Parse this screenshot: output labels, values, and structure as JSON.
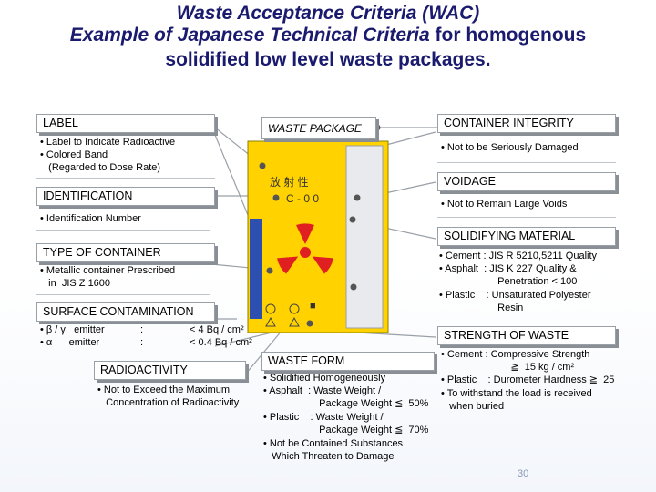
{
  "title": {
    "line1": "Waste Acceptance Criteria (WAC)",
    "line2a": "Example of Japanese Technical Criteria",
    "line2b": " for homogenous",
    "line3": "solidified low level waste packages."
  },
  "package_label": "WASTE PACKAGE",
  "drum_text": {
    "kanji": "放 射 性",
    "code": "C - 0 0"
  },
  "label": {
    "title": "LABEL",
    "items": [
      "• Label to Indicate Radioactive",
      "• Colored Band",
      "   (Regarded to Dose Rate)"
    ]
  },
  "identification": {
    "title": "IDENTIFICATION",
    "items": [
      "• Identification Number"
    ]
  },
  "container_type": {
    "title": "TYPE OF CONTAINER",
    "items": [
      "• Metallic container Prescribed",
      "   in  JIS Z 1600"
    ]
  },
  "contamination": {
    "title": "SURFACE CONTAMINATION",
    "rows": [
      {
        "a": "• β / γ   emitter",
        "b": ":",
        "c": "< 4 Bq / cm²"
      },
      {
        "a": "• α      emitter",
        "b": ":",
        "c": "< 0.4 Bq / cm²"
      }
    ]
  },
  "radioactivity": {
    "title": "RADIOACTIVITY",
    "items": [
      "• Not to Exceed the Maximum",
      "   Concentration of Radioactivity"
    ]
  },
  "waste_form": {
    "title": "WASTE FORM",
    "items": [
      "• Solidified Homogeneously",
      "• Asphalt  : Waste Weight /",
      "                    Package Weight ≦  50%",
      "• Plastic    : Waste Weight /",
      "                    Package Weight ≦  70%",
      "• Not be Contained Substances",
      "   Which Threaten to Damage"
    ]
  },
  "container_integrity": {
    "title": "CONTAINER INTEGRITY",
    "items": [
      "• Not to be Seriously Damaged"
    ]
  },
  "voidage": {
    "title": "VOIDAGE",
    "items": [
      "• Not to Remain Large Voids"
    ]
  },
  "solidifying": {
    "title": "SOLIDIFYING MATERIAL",
    "items": [
      "• Cement : JIS R 5210,5211 Quality",
      "• Asphalt  : JIS K 227 Quality &",
      "                     Penetration < 100",
      "• Plastic    : Unsaturated Polyester",
      "                     Resin"
    ]
  },
  "strength": {
    "title": "STRENGTH OF WASTE",
    "items": [
      "• Cement : Compressive Strength",
      "                         ≧  15 kg / cm²",
      "• Plastic    : Durometer Hardness ≧  25",
      "• To withstand the load is received",
      "   when buried"
    ]
  },
  "page_number": "30",
  "colors": {
    "title": "#1a1a6e",
    "drum": "#ffd200",
    "trefoil": "#e02020",
    "ribbon": "#2d4fb0"
  }
}
